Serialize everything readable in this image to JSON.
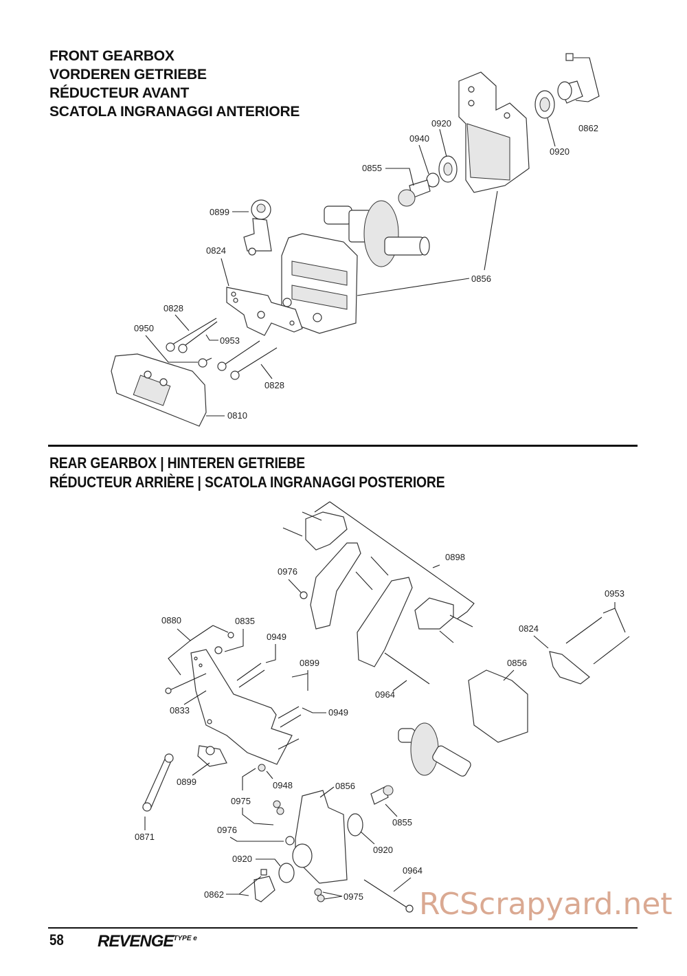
{
  "front_section": {
    "title_lines": [
      "FRONT GEARBOX",
      "VORDEREN GETRIEBE",
      "RÉDUCTEUR AVANT",
      "SCATOLA INGRANAGGI ANTERIORE"
    ],
    "part_labels": [
      "0862",
      "0920",
      "0920",
      "0940",
      "0855",
      "0899",
      "0824",
      "0856",
      "0828",
      "0950",
      "0953",
      "0828",
      "0810"
    ]
  },
  "rear_section": {
    "title_lines": [
      "REAR GEARBOX | HINTEREN GETRIEBE",
      "RÉDUCTEUR ARRIÈRE | SCATOLA INGRANAGGI POSTERIORE"
    ],
    "part_labels": [
      "0898",
      "0976",
      "0953",
      "0880",
      "0835",
      "0949",
      "0824",
      "0856",
      "0899",
      "0964",
      "0833",
      "0949",
      "0899",
      "0948",
      "0975",
      "0856",
      "0871",
      "0976",
      "0855",
      "0920",
      "0920",
      "0964",
      "0862",
      "0975"
    ]
  },
  "footer": {
    "page_number": "58",
    "brand": "REVENGE",
    "brand_suffix": "TYPE e"
  },
  "watermark": "RCScrapyard.net",
  "colors": {
    "ink": "#111111",
    "watermark": "#cd8c6e"
  }
}
